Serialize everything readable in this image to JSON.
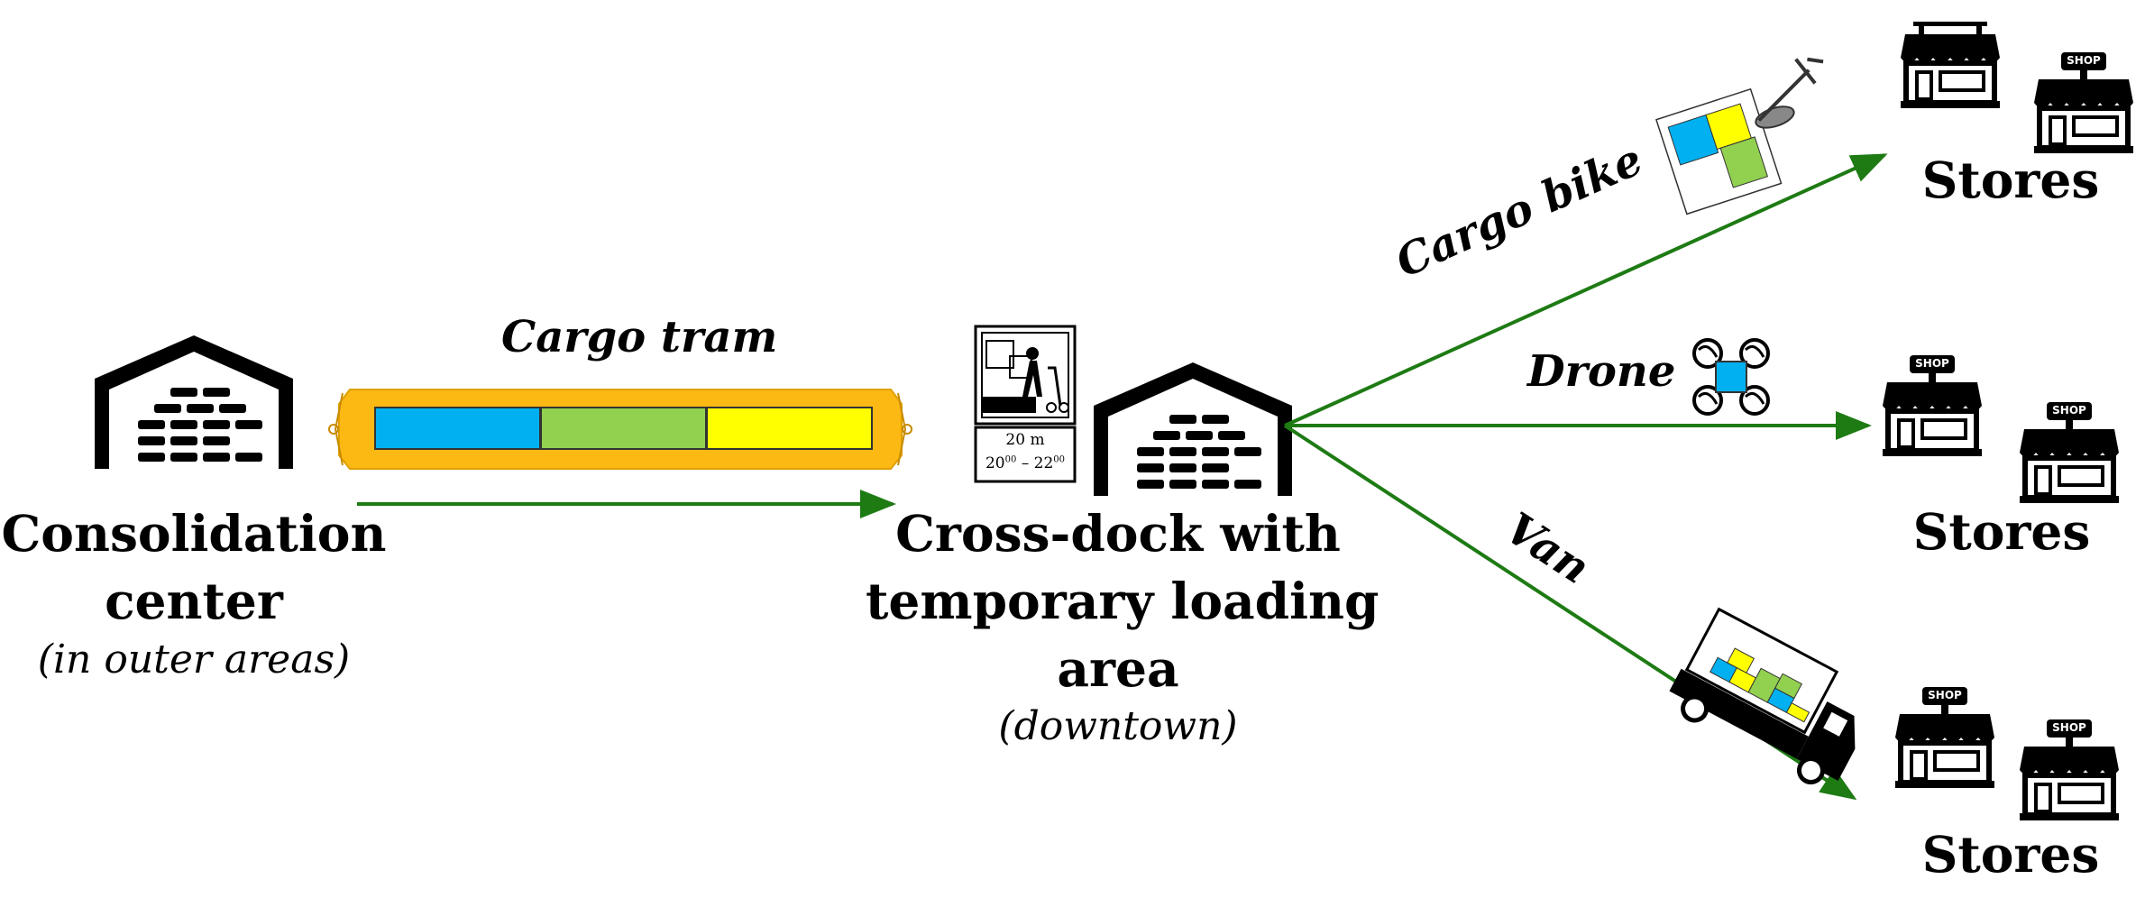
{
  "origin": {
    "title_line1": "Consolidation",
    "title_line2": "center",
    "subtitle": "(in outer areas)"
  },
  "tram": {
    "label": "Cargo tram",
    "body_color": "#FDB913",
    "compartment_colors": [
      "#00B0F0",
      "#92D050",
      "#FFFF00"
    ]
  },
  "crossdock": {
    "title_line1": "Cross-dock with",
    "title_line2": "temporary loading",
    "title_line3": "area",
    "subtitle": "(downtown)",
    "sign": {
      "length": "20 m",
      "time_start": "20",
      "time_start_sup": "00",
      "time_sep": "–",
      "time_end": "22",
      "time_end_sup": "00"
    }
  },
  "routes": [
    {
      "mode": "Cargo bike",
      "icon": "cargo-bike-icon",
      "stores_label": "Stores"
    },
    {
      "mode": "Drone",
      "icon": "drone-icon",
      "stores_label": "Stores"
    },
    {
      "mode": "Van",
      "icon": "van-icon",
      "stores_label": "Stores"
    }
  ],
  "shop_sign_text": "SHOP",
  "colors": {
    "arrow": "#1E7B14",
    "icon": "#000000",
    "blue": "#00B0F0",
    "green": "#92D050",
    "yellow": "#FFFF00"
  }
}
